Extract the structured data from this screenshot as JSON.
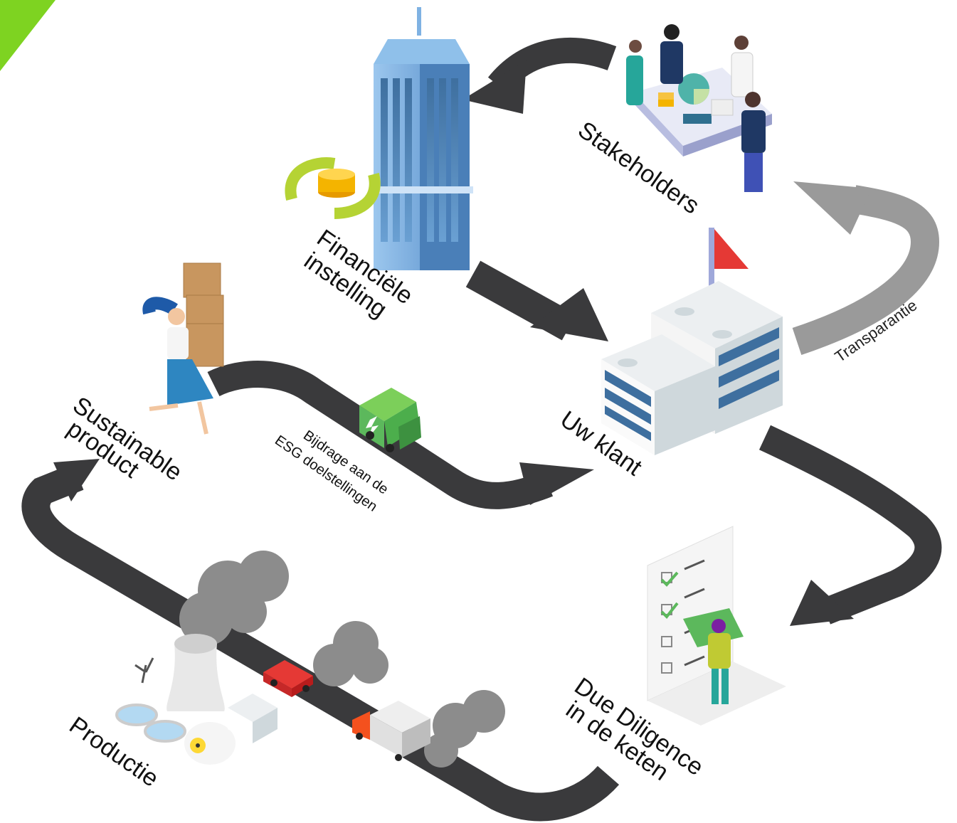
{
  "labels": {
    "stakeholders": "Stakeholders",
    "financiele_line1": "Financiële",
    "financiele_line2": "instelling",
    "sustainable_line1": "Sustainable",
    "sustainable_line2": "product",
    "esg_line1": "Bijdrage aan de",
    "esg_line2": "ESG doelstellingen",
    "uw_klant": "Uw klant",
    "transparantie": "Transparantie",
    "due_line1": "Due Diligence",
    "due_line2": "in de keten",
    "productie": "Productie"
  },
  "colors": {
    "road": "#3a3a3c",
    "transparency_arrow": "#9a9a9a",
    "accent_green": "#7ed321",
    "truck_green": "#5cb85c",
    "flag_red": "#e53935",
    "smoke": "#8c8c8c",
    "skyscraper_blue": "#5b9bd5",
    "coin_gold": "#f4b400"
  }
}
